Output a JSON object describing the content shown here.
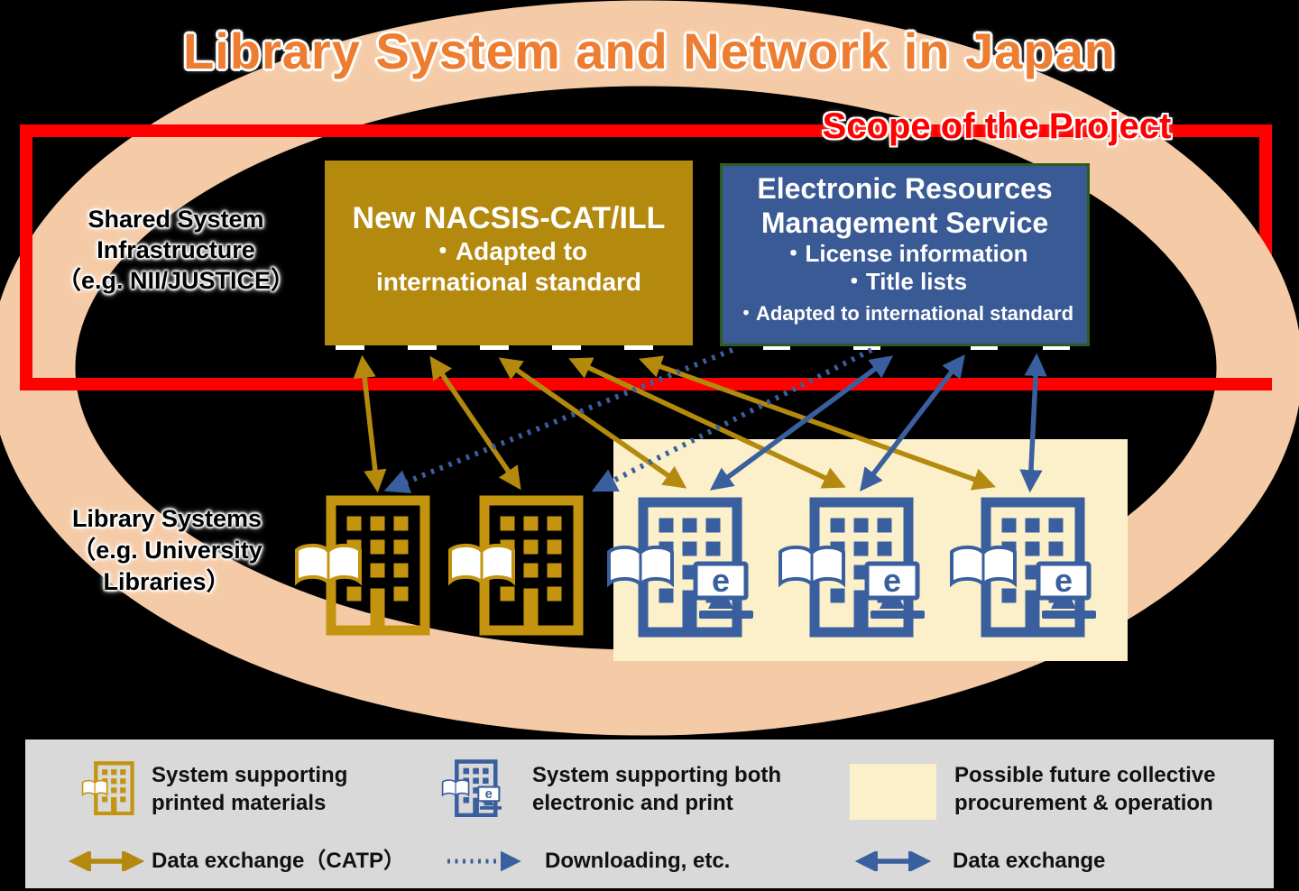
{
  "title": "Library System and Network in Japan",
  "scope_label": "Scope of the Project",
  "left_labels": {
    "shared": {
      "l1": "Shared System",
      "l2": "Infrastructure",
      "l3": "（e.g. NII/JUSTICE）"
    },
    "library": {
      "l1": "Library Systems",
      "l2": "（e.g. University",
      "l3": "Libraries）"
    }
  },
  "boxes": {
    "nacsis": {
      "title": "New NACSIS-CAT/ILL",
      "bullet_line1": "・Adapted to",
      "bullet_line2": "international standard"
    },
    "erms": {
      "title_line1": "Electronic Resources",
      "title_line2": "Management Service",
      "bullet1": "・License information",
      "bullet2": "・Title lists",
      "note": "・Adapted to international standard"
    }
  },
  "icons": {
    "e_label": "e",
    "print_building": "print-library-building-icon",
    "hybrid_building": "hybrid-library-building-icon",
    "gold_double_arrow": "gold-double-arrow-icon",
    "blue_dotted_arrow": "blue-dotted-arrow-icon",
    "blue_double_arrow": "blue-double-arrow-icon"
  },
  "legend": {
    "print": {
      "l1": "System supporting",
      "l2": "printed materials"
    },
    "hybrid": {
      "l1": "System supporting both",
      "l2": "electronic and print"
    },
    "future": {
      "l1": "Possible future collective",
      "l2": "procurement & operation"
    },
    "catp": "Data exchange（CATP）",
    "download": "Downloading, etc.",
    "exchange": "Data exchange"
  },
  "colors": {
    "background": "#000000",
    "ring": "#F5CBA7",
    "scope_red": "#FF0000",
    "title_orange": "#ED7D31",
    "gold": "#B3890E",
    "gold_icon": "#C4940F",
    "blue": "#3A5A96",
    "blue_icon": "#3A5F9F",
    "erms_border": "#2F5B1F",
    "cream": "#FBF0C9",
    "legend_bg": "#D9D9D9"
  }
}
